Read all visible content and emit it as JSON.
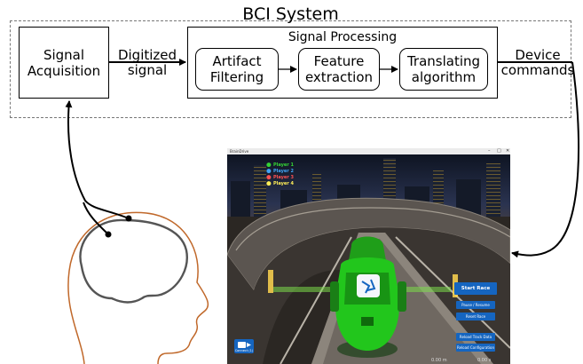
{
  "diagram": {
    "system_title": "BCI System",
    "acquisition": {
      "line1": "Signal",
      "line2": "Acquisition"
    },
    "edge_digitized": "Digitized\nsignal",
    "processing_title": "Signal Processing",
    "artifact": {
      "line1": "Artifact",
      "line2": "Filtering"
    },
    "feature": {
      "line1": "Feature",
      "line2": "extraction"
    },
    "translating": {
      "line1": "Translating",
      "line2": "algorithm"
    },
    "edge_commands": "Device\ncommands",
    "colors": {
      "stroke": "#000000",
      "head_outline": "#c0682a",
      "brain_outline": "#555555"
    }
  },
  "game": {
    "window_title": "BrainDrive",
    "players": [
      {
        "label": "Player 1",
        "color": "#35d435"
      },
      {
        "label": "Player 2",
        "color": "#42a5f5"
      },
      {
        "label": "Player 3",
        "color": "#ff5252"
      },
      {
        "label": "Player 4",
        "color": "#ffee58"
      }
    ],
    "buttons": {
      "start": "Start Race",
      "pause": "Pause / Resume",
      "reset": "Reset Race",
      "reload_track": "Reload Track Data",
      "reload_config": "Reload Configuration"
    },
    "connect_label": "Connect (1)",
    "distance": "0.00 m",
    "time": "0.00 s",
    "colors": {
      "car": "#22c61c",
      "accent_button": "#1565c0",
      "track_glow": "#ffd54f"
    }
  }
}
